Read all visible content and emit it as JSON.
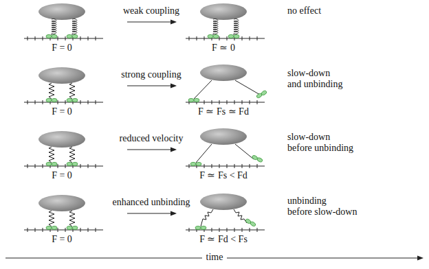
{
  "diagram": {
    "labels": [
      "F = 0",
      "weak coupling",
      "F ≃ 0",
      "no effect",
      "F = 0",
      "strong coupling",
      "F ≃ Fs ≃ Fd",
      "slow-down and unbinding",
      "F = 0",
      "reduced velocity",
      "F ≃ Fs < Fd",
      "slow-down before unbinding",
      "F = 0",
      "enhanced unbinding",
      "F ≃ Fd < Fs",
      "unbinding before slow-down",
      "time"
    ]
  }
}
